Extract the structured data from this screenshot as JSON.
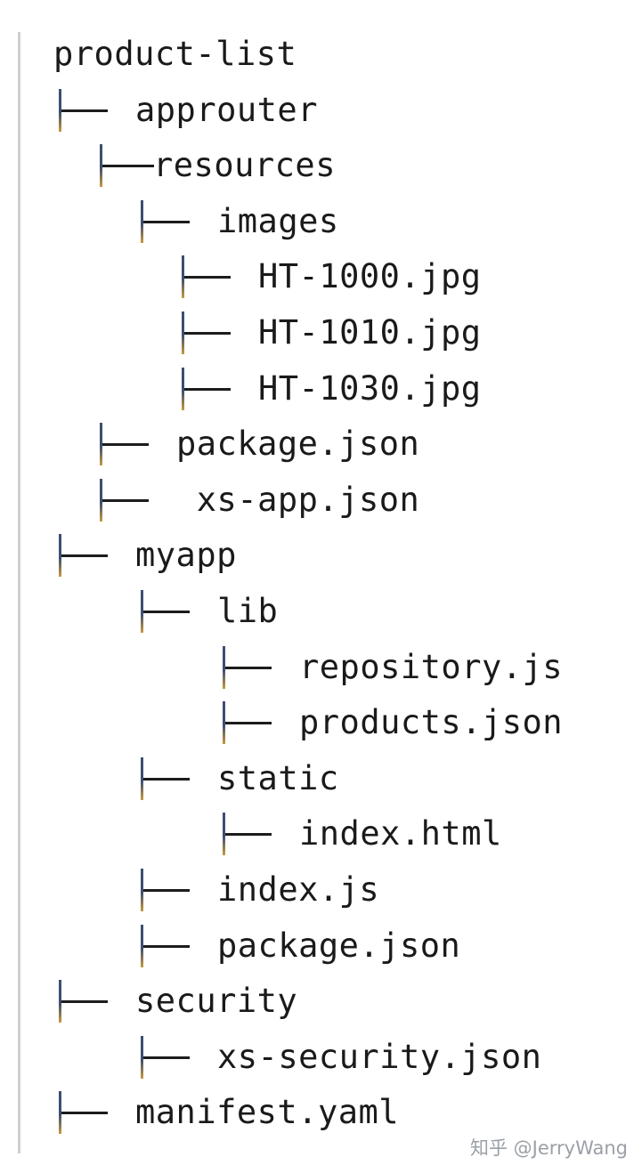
{
  "tree": {
    "root": "product-list",
    "items": [
      {
        "label": "approuter",
        "depth": 1
      },
      {
        "label": "resources",
        "depth": 2,
        "tight": true
      },
      {
        "label": "images",
        "depth": 3
      },
      {
        "label": "HT-1000.jpg",
        "depth": 4
      },
      {
        "label": "HT-1010.jpg",
        "depth": 4
      },
      {
        "label": "HT-1030.jpg",
        "depth": 4
      },
      {
        "label": "package.json",
        "depth": 2
      },
      {
        "label": " xs-app.json",
        "depth": 2
      },
      {
        "label": "myapp",
        "depth": 1
      },
      {
        "label": "lib",
        "depth": 3
      },
      {
        "label": "repository.js",
        "depth": 5
      },
      {
        "label": "products.json",
        "depth": 5
      },
      {
        "label": "static",
        "depth": 3
      },
      {
        "label": "index.html",
        "depth": 5
      },
      {
        "label": "index.js",
        "depth": 3
      },
      {
        "label": "package.json",
        "depth": 3
      },
      {
        "label": "security",
        "depth": 1
      },
      {
        "label": "xs-security.json",
        "depth": 3
      },
      {
        "label": "manifest.yaml",
        "depth": 1
      }
    ]
  },
  "watermark": "知乎 @JerryWang",
  "colors": {
    "line_top": "#3d4e72",
    "line_bottom": "#c99a3e",
    "text": "#1a1a1a"
  }
}
